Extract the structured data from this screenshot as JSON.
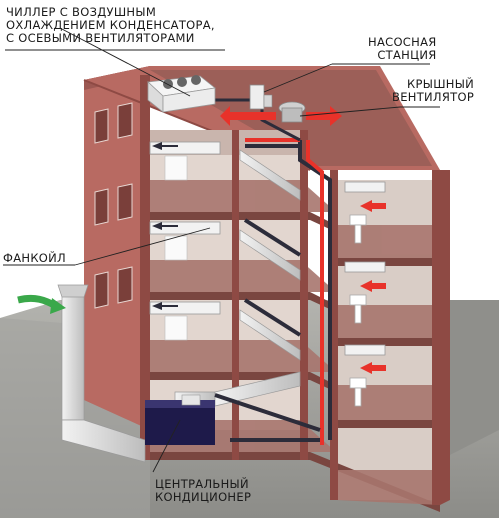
{
  "labels": {
    "chiller": {
      "line1": "ЧИЛЛЕР С ВОЗДУШНЫМ",
      "line2": "ОХЛАЖДЕНИЕМ КОНДЕНСАТОРА,",
      "line3": "С ОСЕВЫМИ ВЕНТИЛЯТОРАМИ"
    },
    "pump_station": {
      "line1": "НАСОСНАЯ",
      "line2": "СТАНЦИЯ"
    },
    "roof_fan": {
      "line1": "КРЫШНЫЙ",
      "line2": "ВЕНТИЛЯТОР"
    },
    "fancoil": {
      "line1": "ФАНКОЙЛ"
    },
    "central_ac": {
      "line1": "ЦЕНТРАЛЬНЫЙ",
      "line2": "КОНДИЦИОНЕР"
    }
  },
  "colors": {
    "brick": "#b86a62",
    "brick_dark": "#8e4a44",
    "floor": "#7a4640",
    "room": "#e2d6cf",
    "duct": "#d9d9d9",
    "pipe_red": "#e8322a",
    "pipe_dark": "#2c2c3a",
    "ground": "#9a9a96",
    "green_arrow": "#3aa84a"
  }
}
